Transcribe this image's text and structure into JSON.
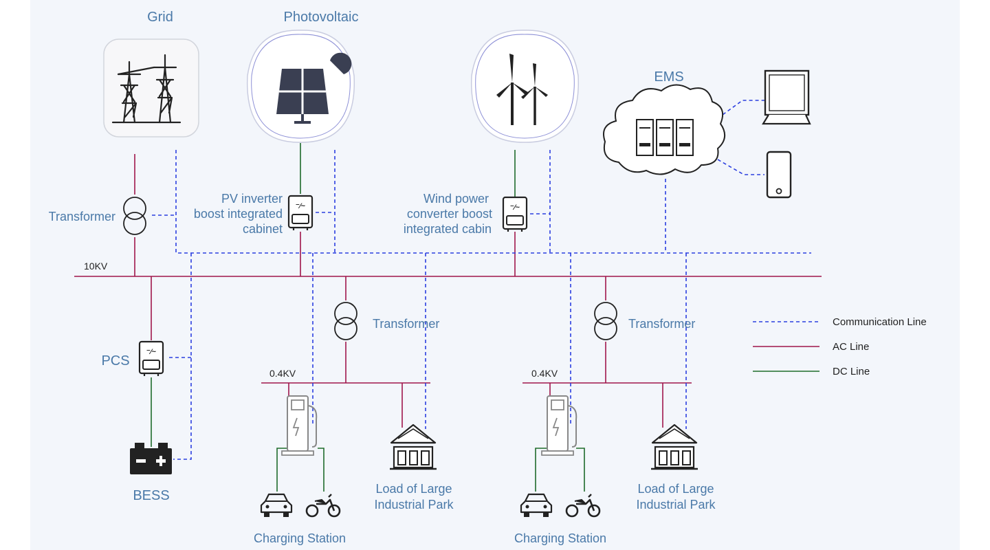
{
  "nodes": {
    "grid": "Grid",
    "photovoltaic": "Photovoltaic",
    "ems": "EMS",
    "transformer_main": "Transformer",
    "pv_inverter": [
      "PV inverter",
      "boost integrated",
      "cabinet"
    ],
    "wind_converter": [
      "Wind power",
      "converter boost",
      "integrated cabin"
    ],
    "bus_10kv": "10KV",
    "pcs": "PCS",
    "bess": "BESS",
    "transformer_left": "Transformer",
    "transformer_right": "Transformer",
    "bus_04kv_left": "0.4KV",
    "bus_04kv_right": "0.4KV",
    "load_left": [
      "Load of Large",
      "Industrial Park"
    ],
    "load_right": [
      "Load of Large",
      "Industrial Park"
    ],
    "charging_left": "Charging Station",
    "charging_right": "Charging Station"
  },
  "legend": [
    {
      "label": "Communication Line",
      "color": "#2b3ee0",
      "style": "dashed"
    },
    {
      "label": "AC Line",
      "color": "#a0154a",
      "style": "solid"
    },
    {
      "label": "DC Line",
      "color": "#1e6b2a",
      "style": "solid"
    }
  ],
  "colors": {
    "label_blue": "#4a79a8",
    "communication": "#2b3ee0",
    "ac": "#a0154a",
    "dc": "#1e6b2a",
    "panel_bg": "#f3f6fb"
  },
  "icons": [
    "transmission-tower-icon",
    "solar-panel-icon",
    "wind-turbine-icon",
    "cloud-servers-icon",
    "monitor-icon",
    "smartphone-icon",
    "transformer-symbol-icon",
    "inverter-icon",
    "battery-icon",
    "charging-pile-icon",
    "car-icon",
    "motorcycle-icon",
    "factory-building-icon"
  ]
}
